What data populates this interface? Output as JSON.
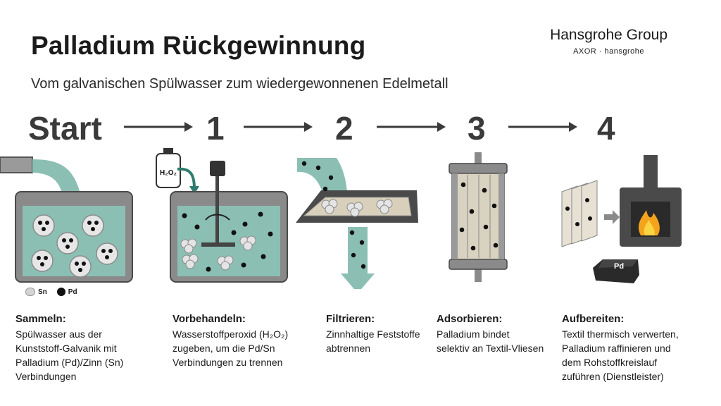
{
  "header": {
    "title": "Palladium Rückgewinnung",
    "subtitle": "Vom galvanischen Spülwasser zum wiedergewonnenen Edelmetall"
  },
  "brand": {
    "name": "Hansgrohe Group",
    "sub": "AXOR · hansgrohe"
  },
  "steps": [
    "Start",
    "1",
    "2",
    "3",
    "4"
  ],
  "legend": {
    "sn": "Sn",
    "pd": "Pd"
  },
  "labels": {
    "h2o2": "H₂O₂",
    "pd_block": "Pd"
  },
  "captions": [
    {
      "title": "Sammeln:",
      "lines": [
        "Spülwasser aus der",
        "Kunststoff-Galvanik mit",
        "Palladium (Pd)/Zinn (Sn)",
        "Verbindungen"
      ]
    },
    {
      "title": "Vorbehandeln:",
      "lines": [
        "Wasserstoffperoxid (H₂O₂)",
        "zugeben, um die Pd/Sn",
        "Verbindungen zu trennen"
      ]
    },
    {
      "title": "Filtrieren:",
      "lines": [
        "Zinnhaltige Feststoffe",
        "abtrennen"
      ]
    },
    {
      "title": "Adsorbieren:",
      "lines": [
        "Palladium bindet",
        "selektiv an Textil-Vliesen"
      ]
    },
    {
      "title": "Aufbereiten:",
      "lines": [
        "Textil thermisch verwerten,",
        "Palladium raffinieren und",
        "dem Rohstoffkreislauf",
        "zuführen (Dienstleister)"
      ]
    }
  ],
  "colors": {
    "water": "#8cbfb3",
    "water_dark": "#5e9c8e",
    "metal": "#9a9a9a",
    "dark": "#3a3a3a",
    "fire": "#f4a41c"
  }
}
